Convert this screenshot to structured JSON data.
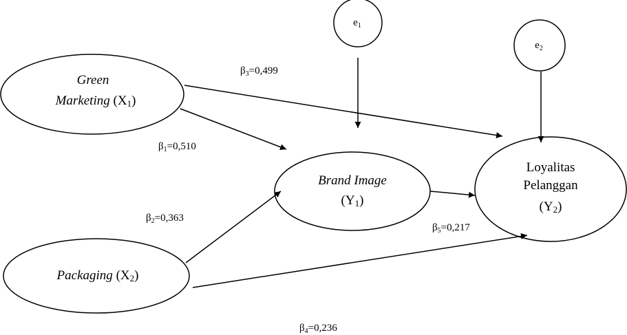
{
  "nodes": {
    "x1": {
      "name_line1": "Green",
      "name_line2": "Marketing",
      "code_open": "(X",
      "code_sub": "1",
      "code_close": ")"
    },
    "x2": {
      "name": "Packaging",
      "code_open": "(X",
      "code_sub": "2",
      "code_close": ")"
    },
    "y1": {
      "name": "Brand Image",
      "code_open": "(Y",
      "code_sub": "1",
      "code_close": ")"
    },
    "y2": {
      "name_line1": "Loyalitas",
      "name_line2": "Pelanggan",
      "code_open": "(Y",
      "code_sub": "2",
      "code_close": ")"
    },
    "e1": {
      "label": "e",
      "sub": "1"
    },
    "e2": {
      "label": "e",
      "sub": "2"
    }
  },
  "coefficients": {
    "b1": {
      "symbol": "β",
      "sub": "1",
      "value": "=0,510"
    },
    "b2": {
      "symbol": "β",
      "sub": "2",
      "value": "=0,363"
    },
    "b3": {
      "symbol": "β",
      "sub": "3",
      "value": "=0,499"
    },
    "b4": {
      "symbol": "β",
      "sub": "4",
      "value": "=0,236"
    },
    "b5": {
      "symbol": "β",
      "sub": "5",
      "value": "=0,217"
    }
  },
  "colors": {
    "stroke": "#000000",
    "background": "#ffffff"
  }
}
